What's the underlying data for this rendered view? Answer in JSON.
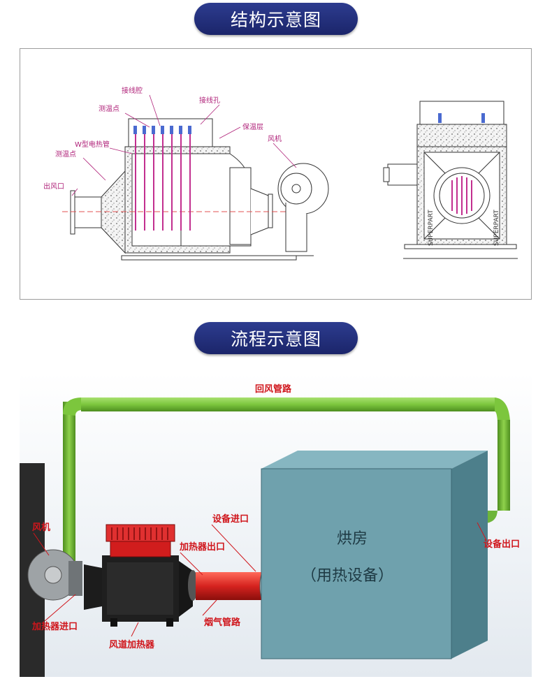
{
  "sections": {
    "structure_title": "结构示意图",
    "flow_title": "流程示意图"
  },
  "structure_labels": {
    "terminal_box": "接线腔",
    "measure_point_top": "测温点",
    "wiring_hole": "接线孔",
    "insulation": "保温层",
    "w_heater": "W型电热管",
    "fan": "风机",
    "measure_point_left": "测温点",
    "outlet": "出风口",
    "nameplate_1": "SUPERPART",
    "nameplate_2": "SUPERPART"
  },
  "flow_labels": {
    "return_duct": "回风管路",
    "fan": "风机",
    "equipment_inlet": "设备进口",
    "heater_outlet": "加热器出口",
    "dryer_room": "烘房",
    "dryer_room_sub": "（用热设备）",
    "equipment_outlet": "设备出口",
    "heater_inlet": "加热器进口",
    "flue_duct": "烟气管路",
    "air_duct_heater": "风道加热器"
  },
  "colors": {
    "title_pill": "#23307a",
    "pink_label": "#b0237a",
    "red_label": "#d0161c",
    "green_pipe": "#7cc63d",
    "red_pipe": "#d6231f",
    "room_blue": "#6fa1ad"
  }
}
